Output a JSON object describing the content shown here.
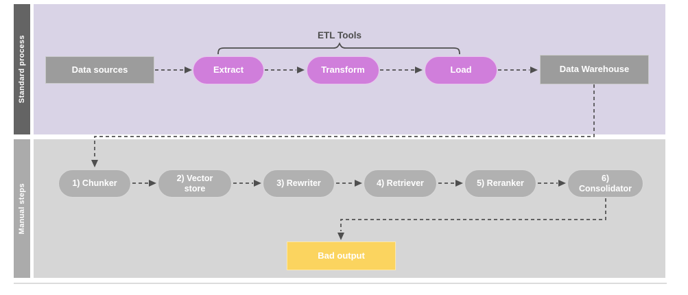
{
  "sections": {
    "standard": {
      "label": "Standard process"
    },
    "manual": {
      "label": "Manual steps"
    }
  },
  "etl": {
    "label": "ETL Tools"
  },
  "nodes": {
    "data_sources": {
      "label": "Data sources"
    },
    "extract": {
      "label": "Extract"
    },
    "transform": {
      "label": "Transform"
    },
    "load": {
      "label": "Load"
    },
    "data_warehouse": {
      "label": "Data Warehouse"
    },
    "chunker": {
      "label": "1) Chunker"
    },
    "vector_store": {
      "label": "2) Vector store"
    },
    "rewriter": {
      "label": "3) Rewriter"
    },
    "retriever": {
      "label": "4) Retriever"
    },
    "reranker": {
      "label": "5) Reranker"
    },
    "consolidator": {
      "label": "6) Consolidator"
    },
    "bad_output": {
      "label": "Bad output"
    }
  },
  "colors": {
    "etl_pill": "#d07edb",
    "process_box": "#9c9c9c",
    "manual_pill": "#b1b1b1",
    "bad_output_box": "#fbd45f",
    "standard_section_bg": "#d9d3e6",
    "manual_section_bg": "#d6d6d6",
    "standard_sidebar": "#646464",
    "manual_sidebar": "#ababab",
    "connector": "#4f4f4f"
  }
}
